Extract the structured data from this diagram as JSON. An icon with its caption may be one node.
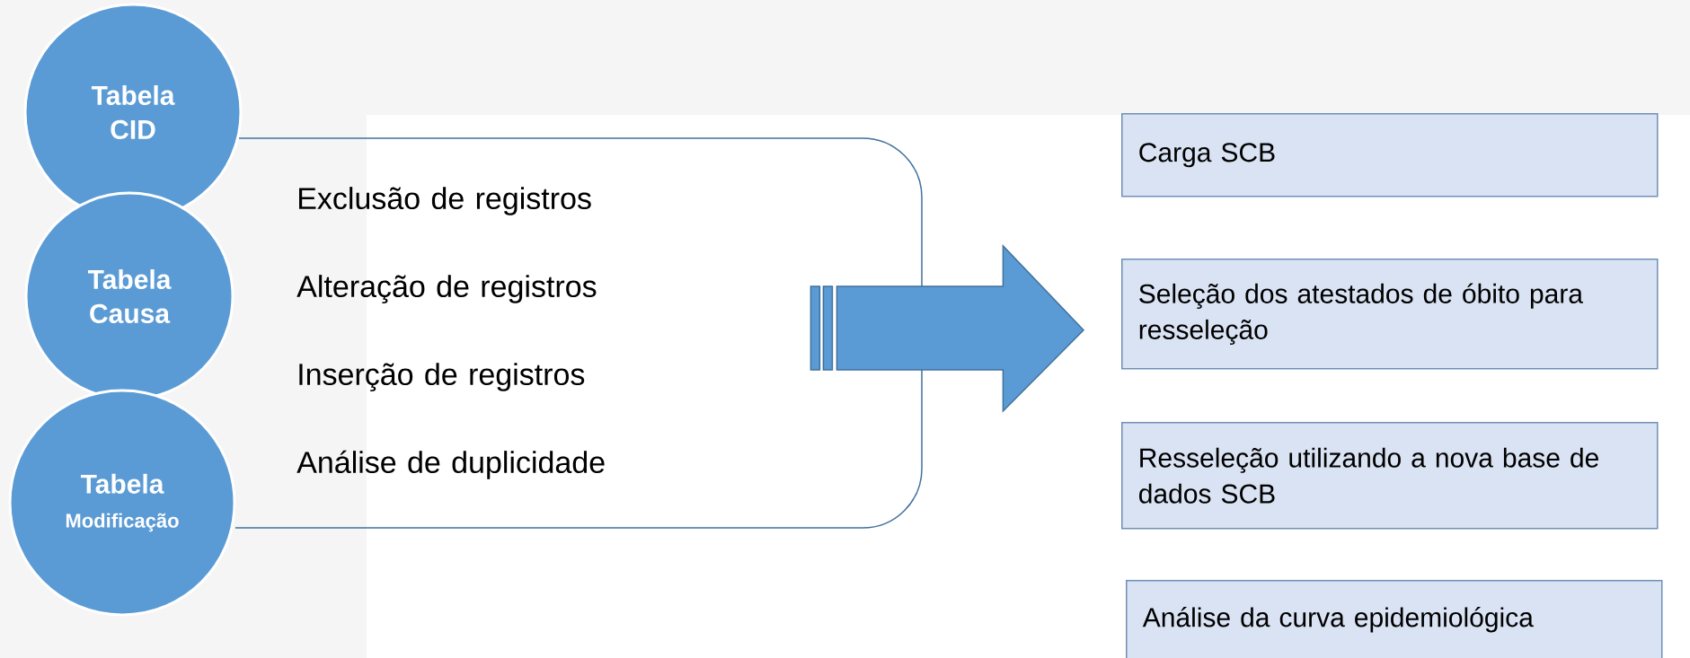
{
  "diagram": {
    "nodes": [
      {
        "text": [
          "Tabela",
          "CID"
        ]
      },
      {
        "text": [
          "Tabela",
          "Causa"
        ]
      },
      {
        "text": [
          "Tabela",
          "Modificação"
        ]
      },
      {
        "text": [
          "Exclusão de registros",
          "Alteração de registros",
          "Inserção de registros",
          "Análise de duplicidade"
        ]
      },
      {
        "text": [
          "Carga SCB"
        ]
      },
      {
        "text": [
          "Seleção dos atestados de óbito para resseleção"
        ]
      },
      {
        "text": [
          "Resseleção utilizando a nova base de dados SCB"
        ]
      },
      {
        "text": [
          "Análise da curva epidemiológica"
        ]
      }
    ],
    "edges": [
      {
        "from": 3,
        "to": 5,
        "arrow": "to"
      }
    ]
  }
}
